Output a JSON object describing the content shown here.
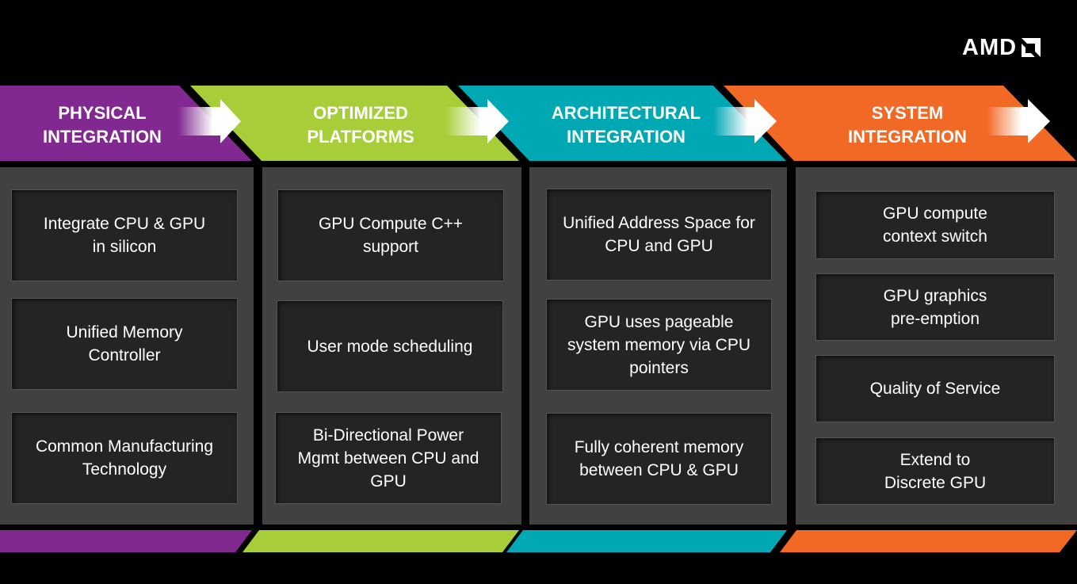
{
  "logo": {
    "text": "AMD",
    "icon": "amd-arrow-icon"
  },
  "colors": {
    "background": "#000000",
    "panel": "#414141",
    "box": "#242424",
    "physical": "#812990",
    "optimized": "#A7CE39",
    "architectural": "#00A8B4",
    "system": "#F26925",
    "text": "#FFFFFF"
  },
  "stages": [
    {
      "id": "physical",
      "title_line1": "PHYSICAL",
      "title_line2": "INTEGRATION",
      "items": [
        "Integrate CPU & GPU\nin silicon",
        "Unified Memory\nController",
        "Common Manufacturing\nTechnology"
      ]
    },
    {
      "id": "optimized",
      "title_line1": "OPTIMIZED",
      "title_line2": "PLATFORMS",
      "items": [
        "GPU Compute C++\nsupport",
        "User mode scheduling",
        "Bi-Directional Power\nMgmt between CPU and\nGPU"
      ]
    },
    {
      "id": "architectural",
      "title_line1": "ARCHITECTURAL",
      "title_line2": "INTEGRATION",
      "items": [
        "Unified Address Space for\nCPU and GPU",
        "GPU uses pageable\nsystem memory via CPU\npointers",
        "Fully coherent memory\nbetween CPU & GPU"
      ]
    },
    {
      "id": "system",
      "title_line1": "SYSTEM",
      "title_line2": "INTEGRATION",
      "items": [
        "GPU compute\ncontext switch",
        "GPU graphics\npre-emption",
        "Quality of Service",
        "Extend to\nDiscrete GPU"
      ]
    }
  ]
}
